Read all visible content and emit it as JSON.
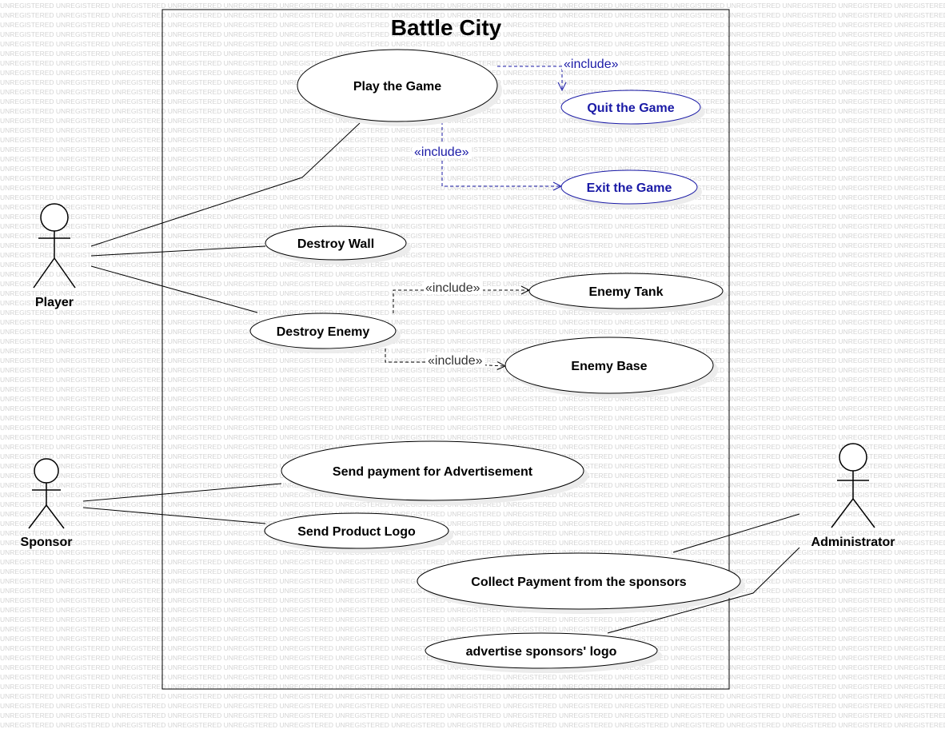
{
  "watermark_text": "UNREGISTERED",
  "system": {
    "title": "Battle City"
  },
  "actors": {
    "player": "Player",
    "sponsor": "Sponsor",
    "administrator": "Administrator"
  },
  "use_cases": {
    "play_the_game": "Play the Game",
    "quit_the_game": "Quit the Game",
    "exit_the_game": "Exit the Game",
    "destroy_wall": "Destroy Wall",
    "destroy_enemy": "Destroy Enemy",
    "enemy_tank": "Enemy Tank",
    "enemy_base": "Enemy Base",
    "send_payment": "Send payment for Advertisement",
    "send_product_logo": "Send Product Logo",
    "collect_payment": "Collect Payment from the sponsors",
    "advertise_logo": "advertise sponsors' logo"
  },
  "relations": {
    "include_quit": "«include»",
    "include_exit": "«include»",
    "include_tank": "«include»",
    "include_base": "«include»"
  },
  "colors": {
    "highlight": "#1a1aa6",
    "line": "#000000",
    "watermark": "#d4d4d4",
    "shadow": "#ececec"
  }
}
